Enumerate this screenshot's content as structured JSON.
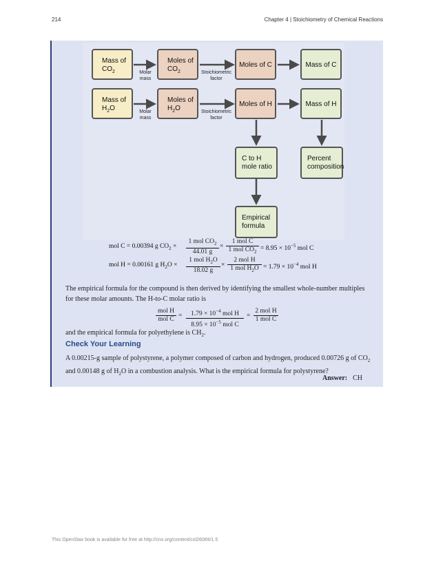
{
  "header": {
    "page_number": "214",
    "chapter": "Chapter 4 | Stoichiometry of Chemical Reactions"
  },
  "flowchart": {
    "mass_co2": "Mass of CO",
    "moles_co2": "Moles of CO",
    "moles_c": "Moles of C",
    "mass_c": "Mass of C",
    "mass_h2o_a": "Mass of H",
    "mass_h2o_b": "O",
    "moles_h2o_a": "Moles of H",
    "moles_h2o_b": "O",
    "moles_h": "Moles of H",
    "mass_h": "Mass of H",
    "c_to_h": "C to H mole ratio",
    "percent": "Percent composition",
    "empirical": "Empirical formula",
    "molar_mass_1": "Molar mass",
    "stoich_1": "Stoichiometric factor",
    "molar_mass_2": "Molar mass",
    "stoich_2": "Stoichiometric factor"
  },
  "equations": {
    "eq1": {
      "lhs": "mol C = 0.00394 g CO",
      "f1_num": "1 mol CO",
      "f1_den": "44.01 g",
      "f2_num": "1 mol C",
      "f2_den": "1 mol CO",
      "rhs": "= 8.95 × 10",
      "rhs_exp": "−5",
      "rhs_unit": "mol C"
    },
    "eq2": {
      "lhs": "mol H = 0.00161 g H",
      "lhs_tail": "O ×",
      "f1_num": "1 mol H",
      "f1_num_tail": "O",
      "f1_den": "18.02 g",
      "f2_num": "2 mol H",
      "f2_den": "1 mol H",
      "f2_den_tail": "O",
      "rhs": "= 1.79 × 10",
      "rhs_exp": "−4",
      "rhs_unit": "mol H"
    },
    "ratio": {
      "l_num": "mol H",
      "l_den": "mol C",
      "m_num": "1.79 × 10",
      "m_num_exp": "−4",
      "m_num_unit": "mol H",
      "m_den": "8.95 × 10",
      "m_den_exp": "−5",
      "m_den_unit": "mol C",
      "r_num": "2 mol H",
      "r_den": "1 mol C"
    }
  },
  "text": {
    "para1": "The empirical formula for the compound is then derived by identifying the smallest whole-number multiples for these molar amounts. The H-to-C molar ratio is",
    "para2_pre": "and the empirical formula for polyethylene is CH",
    "para2_sub": "2",
    "para2_post": ".",
    "check_title": "Check Your Learning",
    "check_body_1": "A 0.00215-g sample of polystyrene, a polymer composed of carbon and hydrogen, produced 0.00726 g of CO",
    "check_body_2": " and 0.00148 g of H",
    "check_body_3": "O in a combustion analysis. What is the empirical formula for polystyrene?",
    "answer_label": "Answer:",
    "answer_value": "CH"
  },
  "footer": "This OpenStax book is available for free at http://cnx.org/content/col26069/1.5"
}
